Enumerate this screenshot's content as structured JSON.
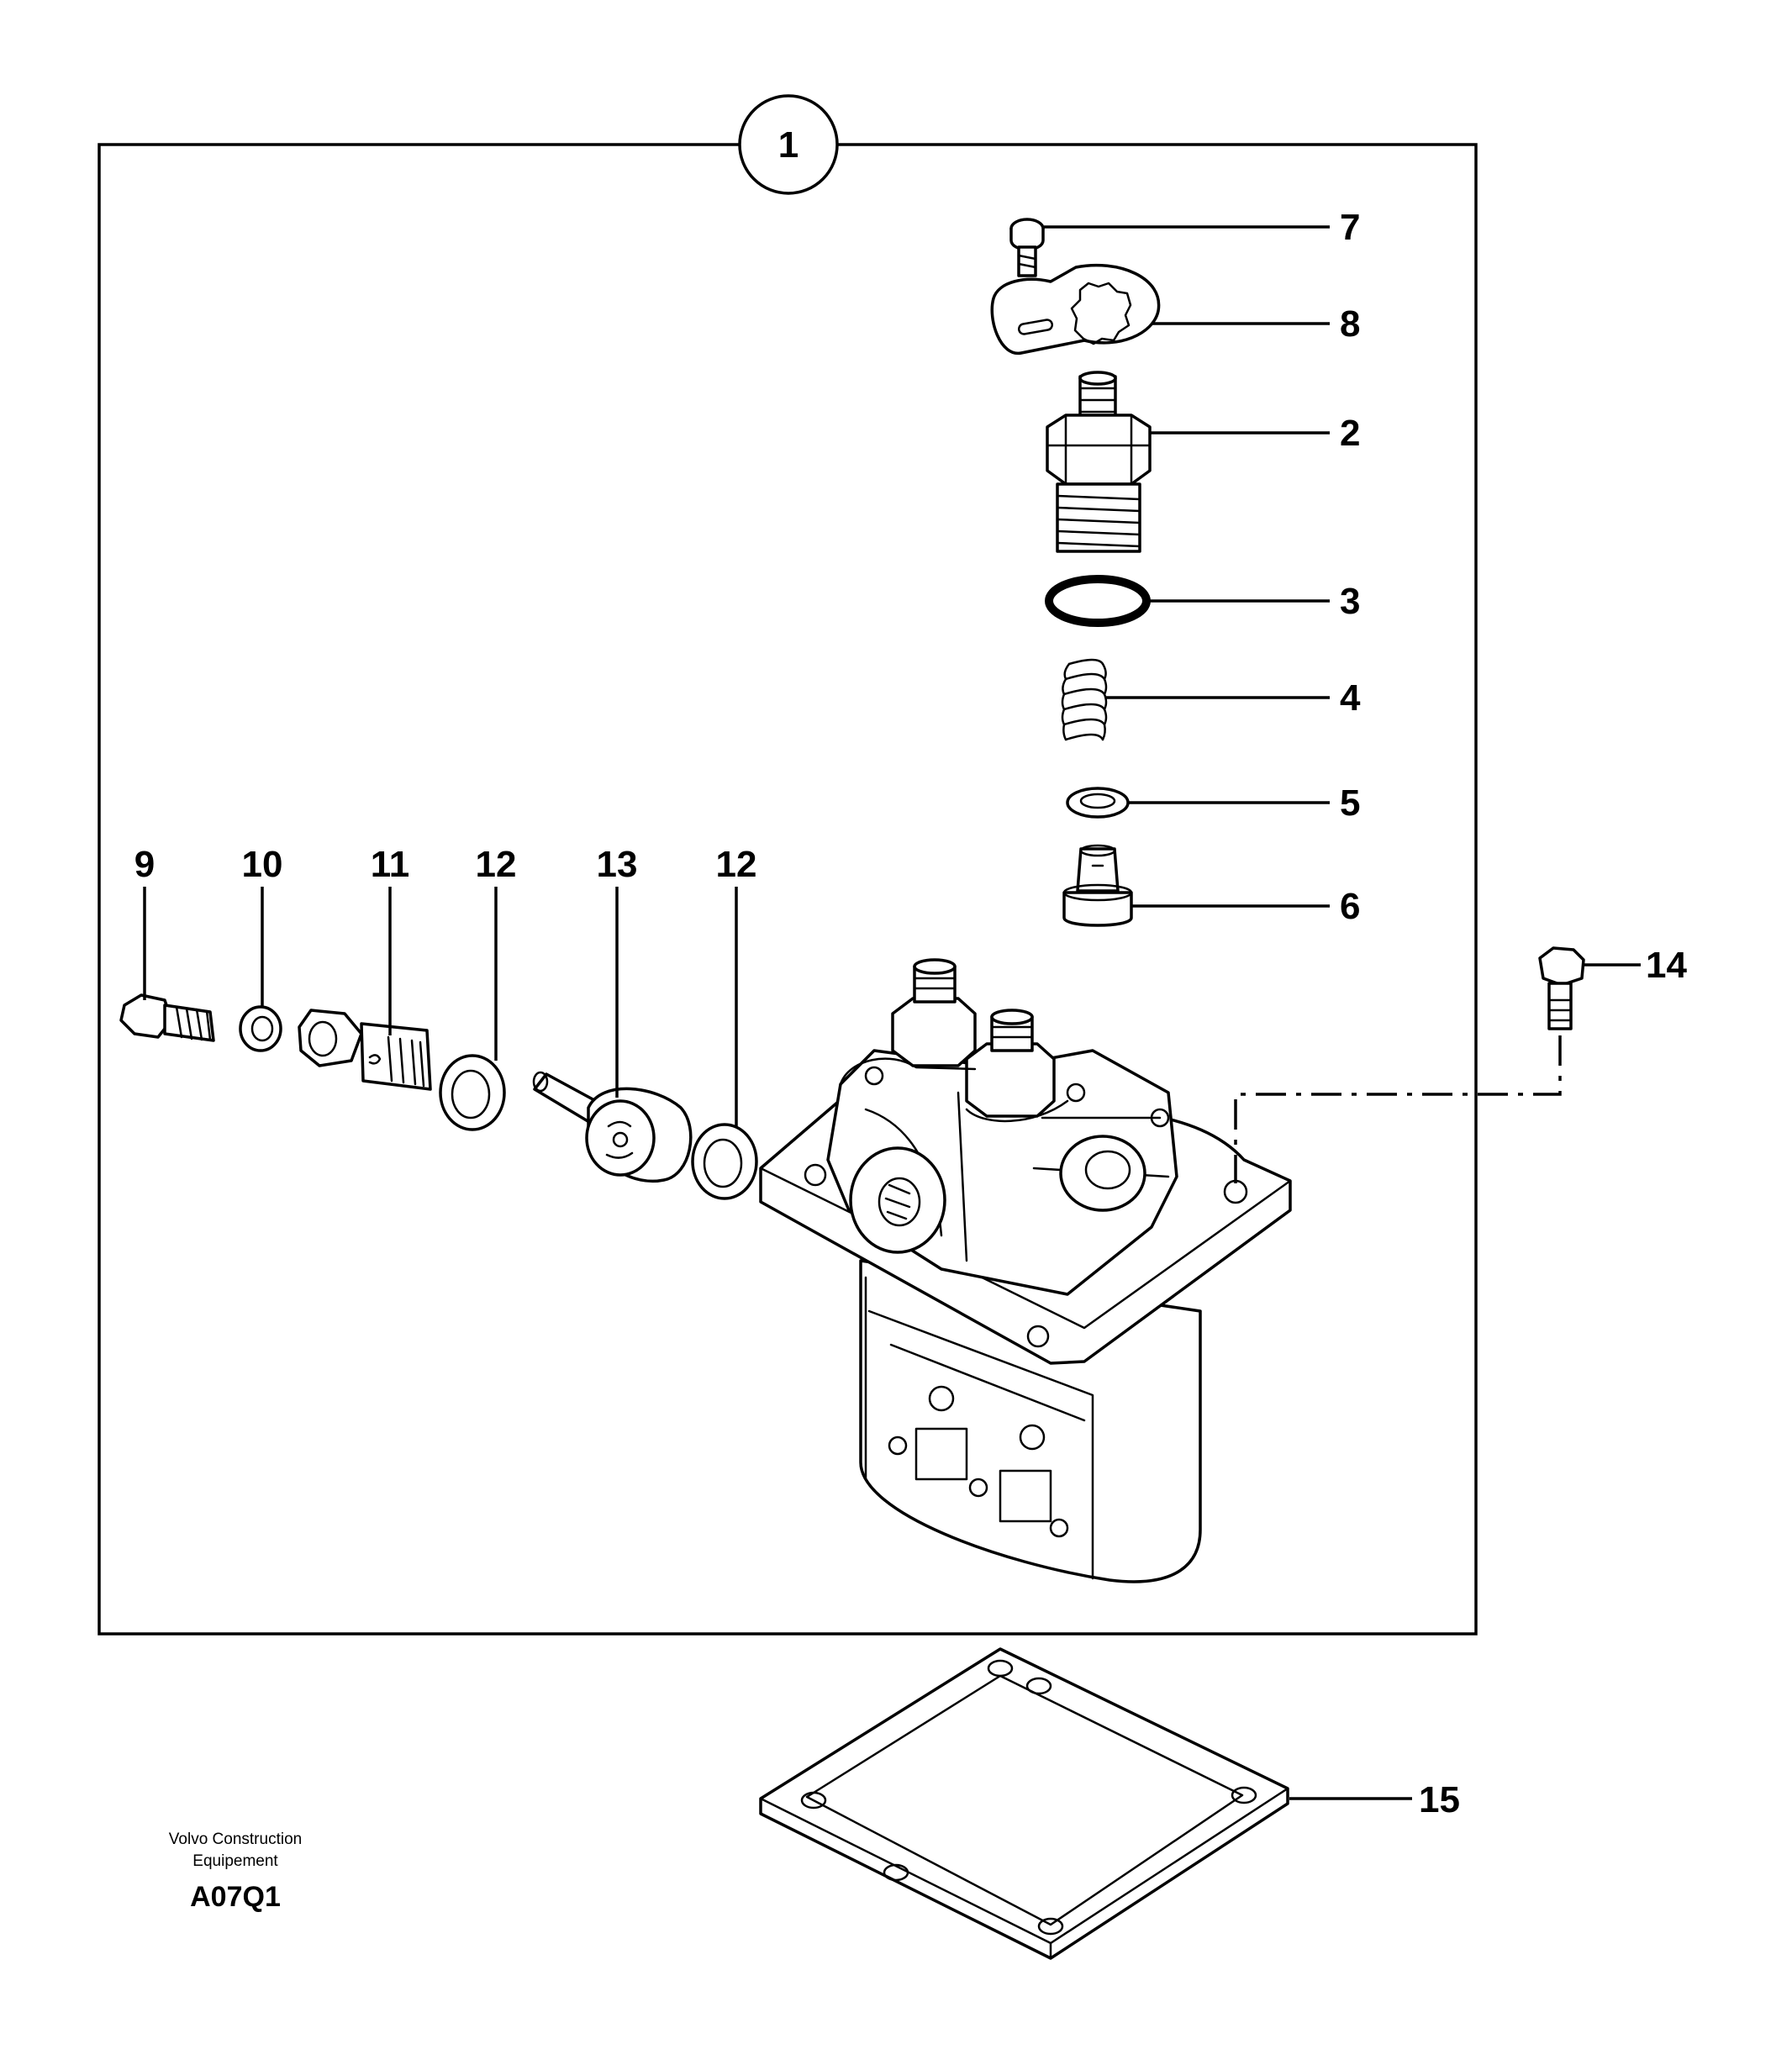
{
  "assembly_callout": "1",
  "callouts": {
    "c2": "2",
    "c3": "3",
    "c4": "4",
    "c5": "5",
    "c6": "6",
    "c7": "7",
    "c8": "8",
    "c9": "9",
    "c10": "10",
    "c11": "11",
    "c12a": "12",
    "c12b": "12",
    "c13": "13",
    "c14": "14",
    "c15": "15"
  },
  "footer": {
    "publisher_line1": "Volvo Construction",
    "publisher_line2": "Equipement",
    "figure_code": "A07Q1"
  }
}
